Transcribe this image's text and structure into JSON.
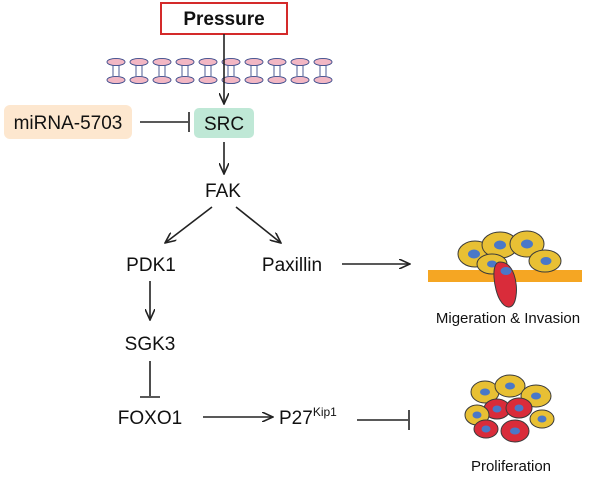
{
  "nodes": {
    "pressure": "Pressure",
    "mirna": "miRNA-5703",
    "src": "SRC",
    "fak": "FAK",
    "pdk1": "PDK1",
    "paxillin": "Paxillin",
    "sgk3": "SGK3",
    "foxo1": "FOXO1",
    "p27_base": "P27",
    "p27_sup": "Kip1"
  },
  "captions": {
    "migration": "Migeration & Invasion",
    "proliferation": "Proliferation"
  },
  "colors": {
    "pressure_border": "#d42a2a",
    "mirna_fill": "#fde7cf",
    "src_fill": "#bfe8d6",
    "substrate": "#f5a623",
    "cell_yellow": "#e8c034",
    "cell_red": "#d92c3a",
    "nucleus_blue": "#4a78c8",
    "membrane_pink": "#f2b7c4",
    "membrane_stroke": "#3a4a8a"
  },
  "icons": {
    "membrane": "lipid-bilayer-icon",
    "migration_cells": "migrating-cells-icon",
    "proliferation_cells": "proliferating-cells-icon"
  }
}
